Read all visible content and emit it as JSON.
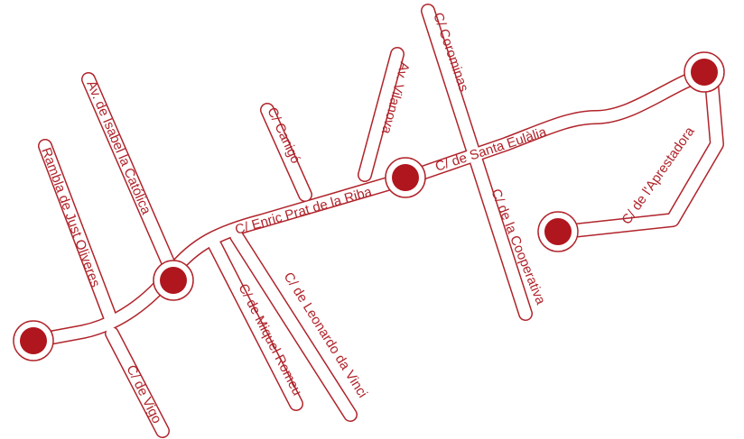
{
  "colors": {
    "accent": "#b0242b",
    "marker": "#b0161e",
    "background": "#ffffff"
  },
  "streets": {
    "rambla_just_oliveres": "Rambla de Just Oliveres",
    "isabel_catolica": "Av. de Isabel la Católica",
    "vigo": "C/ de Vigo",
    "miquel_romeu": "C/ de Miquel Romeu",
    "leonardo_da_vinci": "C/ de Leonardo da Vinci",
    "enric_prat_de_la_riba": "C/ Enric Prat de la Riba",
    "canigo": "C/ Canigó",
    "vilanova": "Av. Vilanova",
    "corominas": "C/ Corominas",
    "santa_eulalia": "C/ de Santa Eulàlia",
    "cooperativa": "C/ de la Cooperativa",
    "aprestadora": "C/ de l'Aprestadora"
  },
  "markers": [
    {
      "id": "stop-1",
      "icon": "location-dot-icon"
    },
    {
      "id": "stop-2",
      "icon": "location-dot-icon"
    },
    {
      "id": "stop-3",
      "icon": "location-dot-icon"
    },
    {
      "id": "stop-4",
      "icon": "location-dot-icon"
    },
    {
      "id": "stop-5",
      "icon": "location-dot-icon"
    }
  ]
}
